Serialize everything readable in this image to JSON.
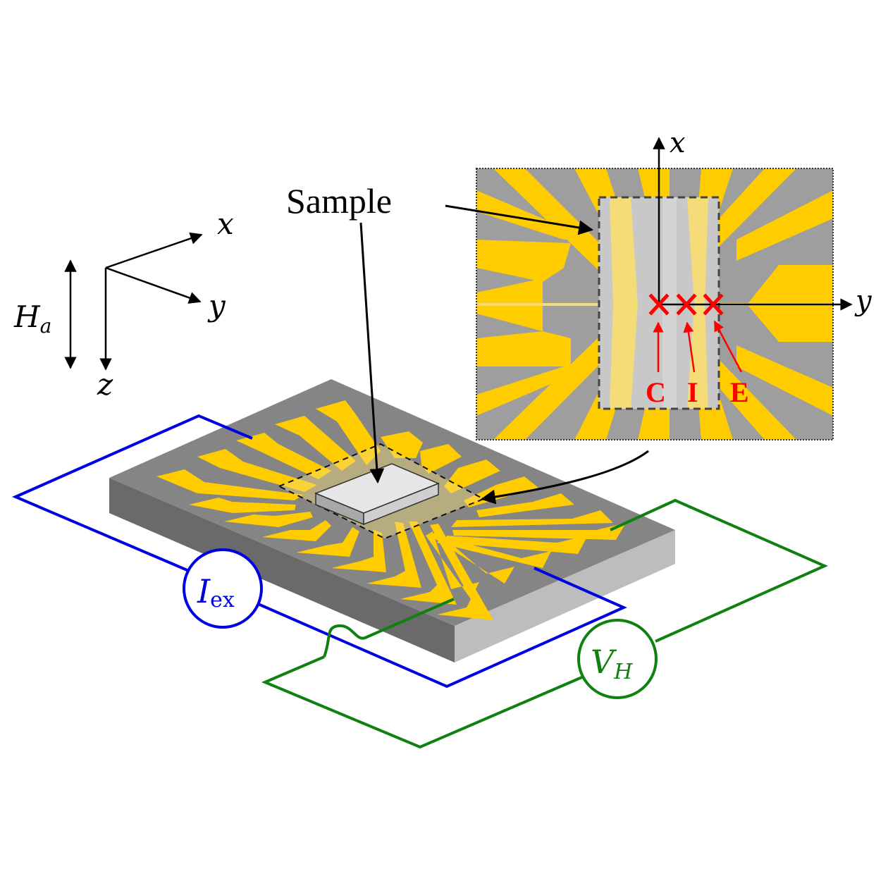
{
  "labels": {
    "sample": "Sample",
    "axis_x": "x",
    "axis_y": "y",
    "axis_z": "z",
    "field_H": "H",
    "field_H_sub": "a",
    "current_I": "I",
    "current_I_sub": "ex",
    "voltage_V": "V",
    "voltage_V_sub": "H",
    "inset_axis_x": "x",
    "inset_axis_y": "y",
    "position_C": "C",
    "position_I": "I",
    "position_E": "E"
  },
  "colors": {
    "gold": "#ffcc00",
    "light_gold": "#f5dc78",
    "gray_pad": "#9e9e9e",
    "substrate_top": "#858585",
    "substrate_front": "#6a6a6a",
    "substrate_side": "#bdbdbd",
    "sample_top": "#e6e6e6",
    "current_wire": "#0000e0",
    "voltage_wire": "#108010",
    "markers": "#ff0000"
  },
  "markers": [
    "C",
    "I",
    "E"
  ]
}
